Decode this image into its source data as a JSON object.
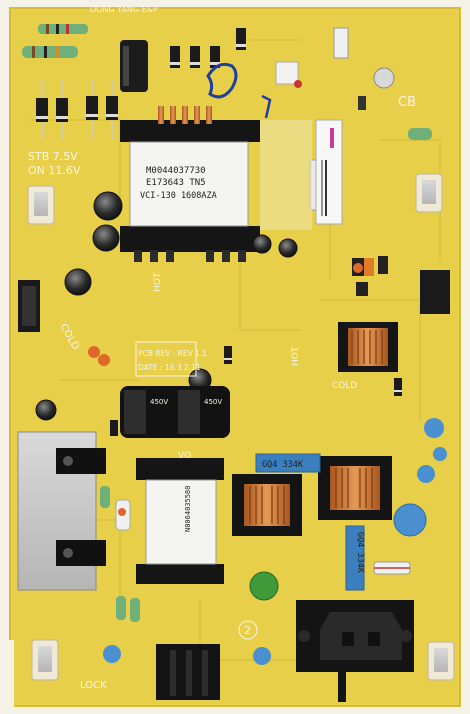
{
  "board": {
    "maker": "DONG YANG E&P",
    "markings": {
      "standby_voltage": "STB 7.5V",
      "on_voltage": "ON 11.6V",
      "pcb_rev": "PCB REV : REV 1.1",
      "pcb_date": "DATE : 16.3 2.11",
      "cb": "CB",
      "hot_main": "HOT",
      "hot_right": "HOT",
      "cold_left": "COLD",
      "cold_right": "COLD",
      "lock": "LOCK",
      "fuse_mark": "2"
    },
    "transformer_main": {
      "line1": "M0044037730",
      "line2": "E173643 TN5",
      "line3": "VCI-130 1608AZA"
    },
    "transformer_aux": {
      "line1": "N0064035580"
    },
    "film_caps": [
      {
        "label": "GQ4 334K"
      },
      {
        "label": "GQ4 334K"
      }
    ],
    "bulk_caps": [
      {
        "label": "450V"
      },
      {
        "label": "450V"
      }
    ],
    "colors": {
      "pcb": "#e8cf4a",
      "copper": "#c77a3a",
      "ferrite": "#1d1d1d",
      "film_cap": "#3c7fbf",
      "cable_mark": "#1e3fa0"
    }
  }
}
